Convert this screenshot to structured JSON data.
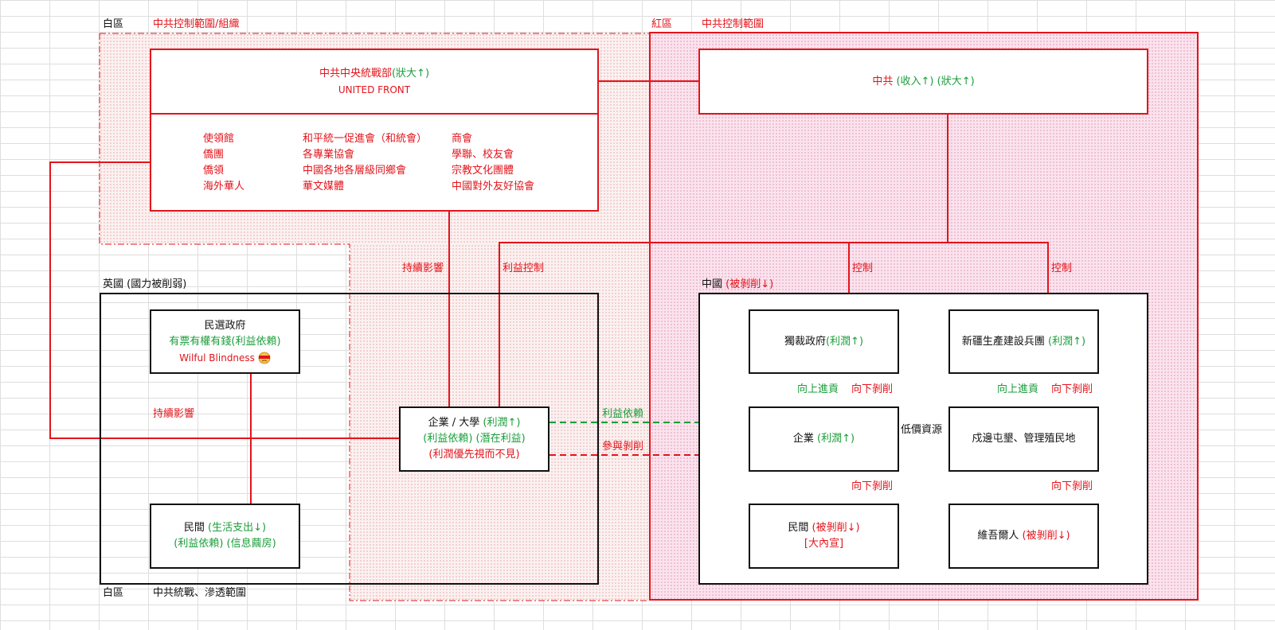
{
  "zones": {
    "white_top_label": "白區",
    "white_top_desc": "中共控制範圍/組織",
    "red_label": "紅區",
    "red_desc": "中共控制範圍",
    "white_bottom_label": "白區",
    "white_bottom_desc": "中共統戰、滲透範圍"
  },
  "ufwd": {
    "title": "中共中央統戰部",
    "title_suffix": "(狀大↑)",
    "subtitle": "UNITED FRONT",
    "col1": [
      "使領館",
      "僑團",
      "僑領",
      "海外華人"
    ],
    "col2": [
      "和平統一促進會（和統會）",
      "各專業協會",
      "中國各地各層級同鄉會",
      "華文媒體"
    ],
    "col3": [
      "商會",
      "學聯、校友會",
      "宗教文化團體",
      "中國對外友好協會"
    ]
  },
  "ccp": {
    "title": "中共",
    "suffix": "(收入↑) (狀大↑)"
  },
  "uk": {
    "label": "英國",
    "label_suffix": "(國力被削弱)",
    "gov_title": "民選政府",
    "gov_line2": "有票有權有錢(利益依賴)",
    "gov_line3": "Wilful Blindness",
    "public_title": "民間",
    "public_suffix": "(生活支出↓)",
    "public_line2": "(利益依賴) (信息繭房)",
    "influence": "持續影響"
  },
  "biz": {
    "title": "企業 / 大學",
    "title_suffix": "(利潤↑)",
    "line2": "(利益依賴) (潛在利益)",
    "line3": "(利潤優先視而不見)"
  },
  "links": {
    "continued_influence": "持續影響",
    "interest_control": "利益控制",
    "interest_dependence": "利益依賴",
    "participate_exploit": "參與剝削",
    "control_a": "控制",
    "control_b": "控制",
    "tribute_up_a": "向上進貢",
    "exploit_down_a": "向下剝削",
    "tribute_up_b": "向上進貢",
    "exploit_down_b": "向下剝削",
    "exploit_down_c": "向下剝削",
    "exploit_down_d": "向下剝削",
    "cheap_resources": "低價資源"
  },
  "china": {
    "label": "中國",
    "label_suffix": "(被剝削↓)",
    "dict_title": "獨裁政府",
    "dict_suffix": "(利潤↑)",
    "xpcc_title": "新疆生產建設兵團",
    "xpcc_suffix": "(利潤↑)",
    "ent_title": "企業",
    "ent_suffix": "(利潤↑)",
    "colony": "戍邊屯墾、管理殖民地",
    "people_title": "民間",
    "people_suffix": "(被剝削↓)",
    "people_line2": "[大內宣]",
    "uyghur_title": "維吾爾人",
    "uyghur_suffix": "(被剝削↓)"
  },
  "colors": {
    "red": "#e3141b",
    "green": "#1a9e3a",
    "pink_zone": "#fbe3ee",
    "black": "#111111"
  },
  "icons": {
    "wilful_blindness": "blindfold-face-icon"
  }
}
